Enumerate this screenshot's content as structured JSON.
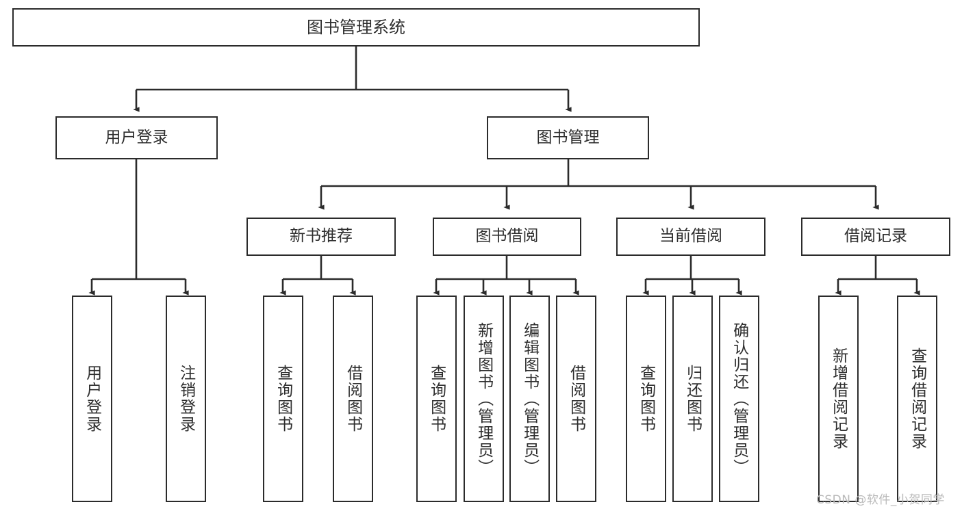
{
  "diagram": {
    "type": "tree",
    "title_node": "图书管理系统",
    "watermark": "CSDN @软件_小贺同学",
    "colors": {
      "box_border": "#2b2b2b",
      "box_fill": "#ffffff",
      "edge": "#2b2b2b",
      "text": "#2e2e2e",
      "watermark": "#b9b9b9",
      "background": "#ffffff"
    },
    "levels": {
      "root": {
        "label": "图书管理系统"
      },
      "level2": [
        {
          "label": "用户登录"
        },
        {
          "label": "图书管理"
        }
      ],
      "level3": [
        {
          "label": "新书推荐"
        },
        {
          "label": "图书借阅"
        },
        {
          "label": "当前借阅"
        },
        {
          "label": "借阅记录"
        }
      ],
      "leaves": [
        {
          "label": "用户登录",
          "parent": "用户登录"
        },
        {
          "label": "注销登录",
          "parent": "用户登录"
        },
        {
          "label": "查询图书",
          "parent": "新书推荐"
        },
        {
          "label": "借阅图书",
          "parent": "新书推荐"
        },
        {
          "label": "查询图书",
          "parent": "图书借阅"
        },
        {
          "label": "新增图书（管理员）",
          "parent": "图书借阅"
        },
        {
          "label": "编辑图书（管理员）",
          "parent": "图书借阅"
        },
        {
          "label": "借阅图书",
          "parent": "图书借阅"
        },
        {
          "label": "查询图书",
          "parent": "当前借阅"
        },
        {
          "label": "归还图书",
          "parent": "当前借阅"
        },
        {
          "label": "确认归还（管理员）",
          "parent": "当前借阅"
        },
        {
          "label": "新增借阅记录",
          "parent": "借阅记录"
        },
        {
          "label": "查询借阅记录",
          "parent": "借阅记录"
        }
      ]
    }
  }
}
